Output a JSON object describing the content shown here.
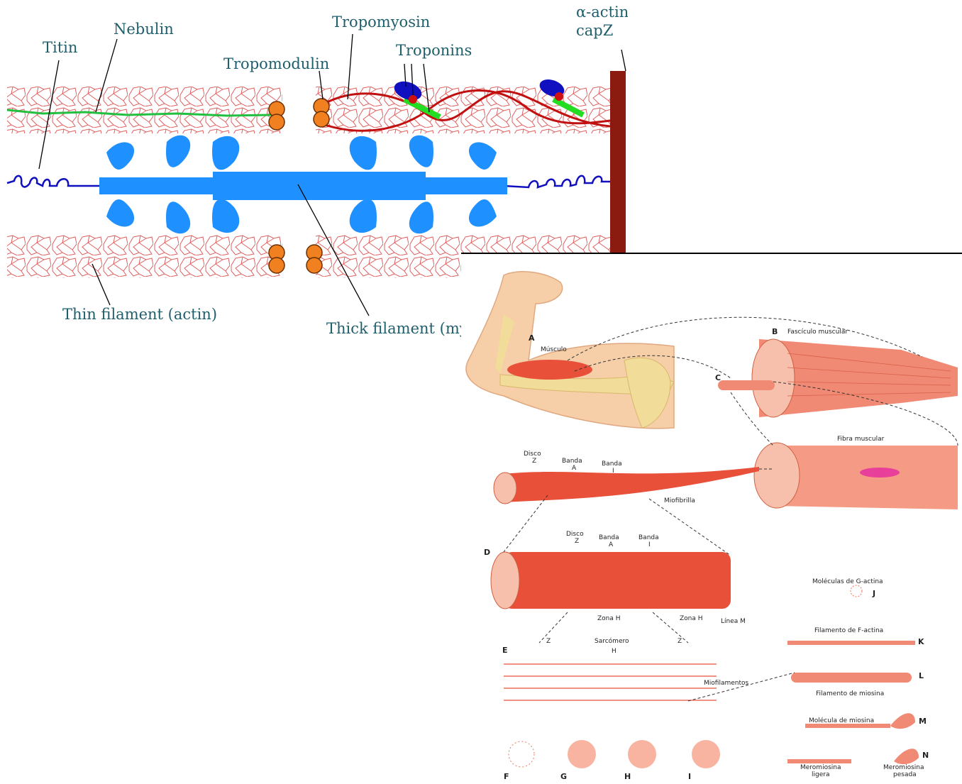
{
  "sarcomere_diagram": {
    "labels": {
      "nebulin": "Nebulin",
      "titin": "Titin",
      "tropomyosin": "Tropomyosin",
      "troponins": "Troponins",
      "tropomodulin": "Tropomodulin",
      "alpha_actinin": "α-actin",
      "capz": "capZ",
      "thin_filament": "Thin filament (actin)",
      "thick_filament": "Thick filament (my"
    },
    "colors": {
      "actin_outline": "#e06060",
      "nebulin": "#22c040",
      "titin": "#1010c0",
      "myosin": "#1e90ff",
      "tropomodulin": "#f08020",
      "tropomyosin": "#c01010",
      "troponin": "#1010c0",
      "z_disc": "#8b1a10",
      "label_text": "#1f5f6b"
    }
  },
  "muscle_diagram": {
    "labels": {
      "a": "A",
      "musculo": "Músculo",
      "b": "B",
      "fasciculo": "Fascículo muscular",
      "c": "C",
      "fibra": "Fibra muscular",
      "disco_z_1_line1": "Disco",
      "disco_z_1_line2": "Z",
      "banda_a_1_line1": "Banda",
      "banda_a_1_line2": "A",
      "banda_i_1_line1": "Banda",
      "banda_i_1_line2": "I",
      "miofibrilla": "Miofibrilla",
      "d": "D",
      "disco_z_2_line1": "Disco",
      "disco_z_2_line2": "Z",
      "banda_a_2_line1": "Banda",
      "banda_a_2_line2": "A",
      "banda_i_2_line1": "Banda",
      "banda_i_2_line2": "I",
      "zona_h_1": "Zona H",
      "zona_h_2": "Zona H",
      "linea_m": "Línea M",
      "e": "E",
      "z_left": "Z",
      "sarcomero": "Sarcómero",
      "z_right": "Z",
      "h": "H",
      "miofilamentos": "Miofilamentos",
      "f": "F",
      "g": "G",
      "h_bottom": "H",
      "i": "I",
      "g_actina": "Moléculas de G-actina",
      "j": "J",
      "f_actina": "Filamento de F-actina",
      "k": "K",
      "filamento_miosina": "Filamento de miosina",
      "l": "L",
      "molecula_miosina": "Molécula de miosina",
      "m": "M",
      "meromiosina_ligera_line1": "Meromiosina",
      "meromiosina_ligera_line2": "ligera",
      "meromiosina_pesada_line1": "Meromiosina",
      "meromiosina_pesada_line2": "pesada",
      "n": "N"
    },
    "colors": {
      "skin": "#f6cfa8",
      "bone": "#f2dc9a",
      "muscle_red": "#e8503a",
      "muscle_light": "#f59a84",
      "nucleus": "#e8409a"
    }
  }
}
